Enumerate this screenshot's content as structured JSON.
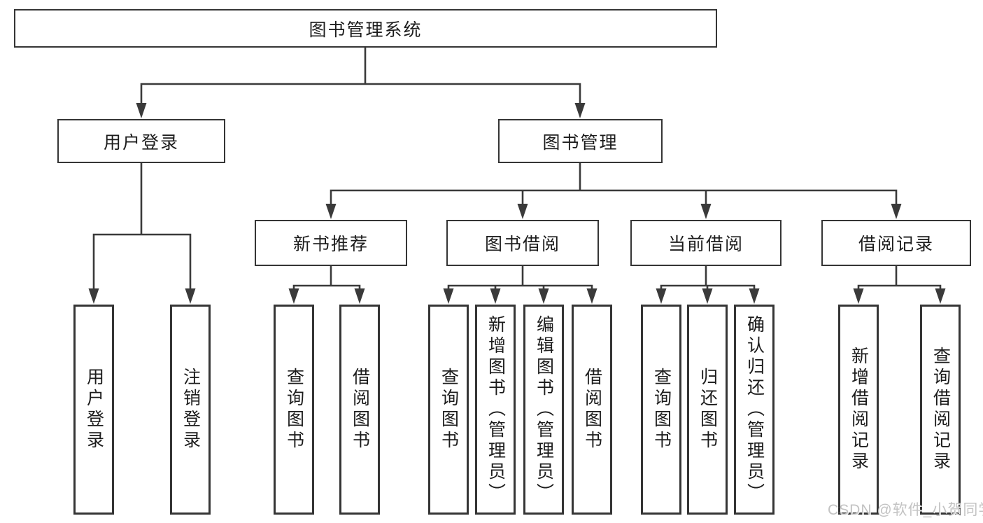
{
  "diagram": {
    "type": "hierarchy-tree",
    "colors": {
      "line": "#3a3a3a",
      "box_border": "#353535",
      "text": "#1c1c1c",
      "watermark": "#c3c3c3",
      "background": "#ffffff"
    }
  },
  "tree": {
    "root": "图书管理系统",
    "children": [
      {
        "label": "用户登录",
        "children": [
          "用户登录",
          "注销登录"
        ]
      },
      {
        "label": "图书管理",
        "children": [
          {
            "label": "新书推荐",
            "children": [
              "查询图书",
              "借阅图书"
            ]
          },
          {
            "label": "图书借阅",
            "children": [
              "查询图书",
              "新增图书（管理员）",
              "编辑图书（管理员）",
              "借阅图书"
            ]
          },
          {
            "label": "当前借阅",
            "children": [
              "查询图书",
              "归还图书",
              "确认归还（管理员）"
            ]
          },
          {
            "label": "借阅记录",
            "children": [
              "新增借阅记录",
              "查询借阅记录"
            ]
          }
        ]
      }
    ]
  },
  "watermark": {
    "text": "CSDN @软件_小贺同学"
  }
}
